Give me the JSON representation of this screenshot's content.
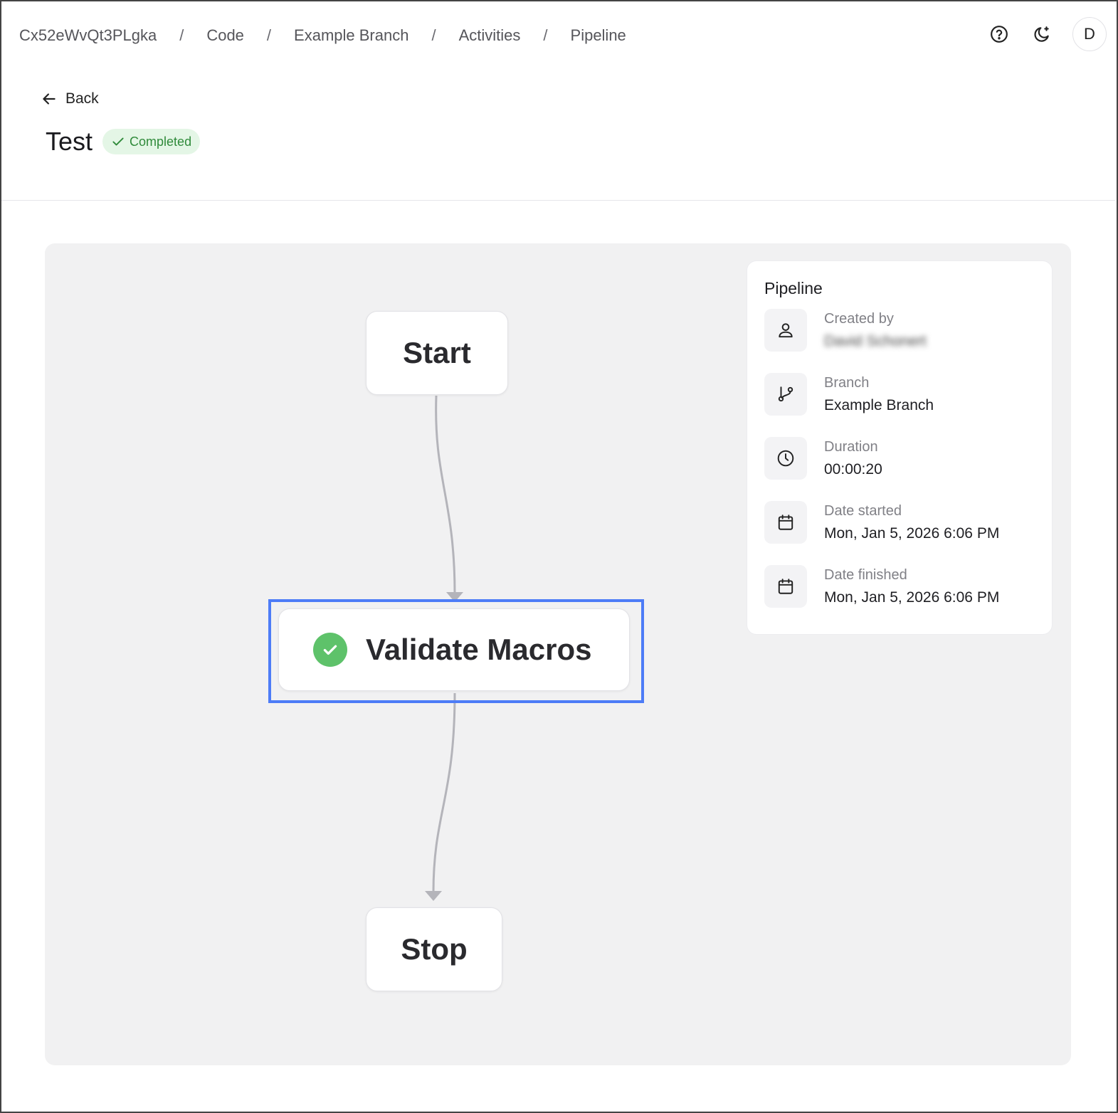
{
  "breadcrumbs": [
    "Cx52eWvQt3PLgka",
    "Code",
    "Example Branch",
    "Activities",
    "Pipeline"
  ],
  "breadcrumb_separator": "/",
  "top_actions": {
    "help_icon": "help-circle-icon",
    "theme_icon": "moon-icon",
    "avatar_initial": "D"
  },
  "back": {
    "label": "Back",
    "icon": "arrow-left-icon"
  },
  "header": {
    "title": "Test",
    "status": "Completed",
    "status_color": "#2f8a3a"
  },
  "pipeline": {
    "nodes": {
      "start": "Start",
      "validate": "Validate Macros",
      "stop": "Stop"
    },
    "validate_status": "success",
    "selected_node": "Validate Macros",
    "selection_color": "#4d7cf7"
  },
  "panel": {
    "title": "Pipeline",
    "created_by": {
      "label": "Created by",
      "value": "David Schonert",
      "icon": "user-icon"
    },
    "branch": {
      "label": "Branch",
      "value": "Example Branch",
      "icon": "git-branch-icon"
    },
    "duration": {
      "label": "Duration",
      "value": "00:00:20",
      "icon": "clock-icon"
    },
    "date_started": {
      "label": "Date started",
      "value": "Mon, Jan 5, 2026 6:06 PM",
      "icon": "calendar-icon"
    },
    "date_finished": {
      "label": "Date finished",
      "value": "Mon, Jan 5, 2026 6:06 PM",
      "icon": "calendar-icon"
    }
  }
}
